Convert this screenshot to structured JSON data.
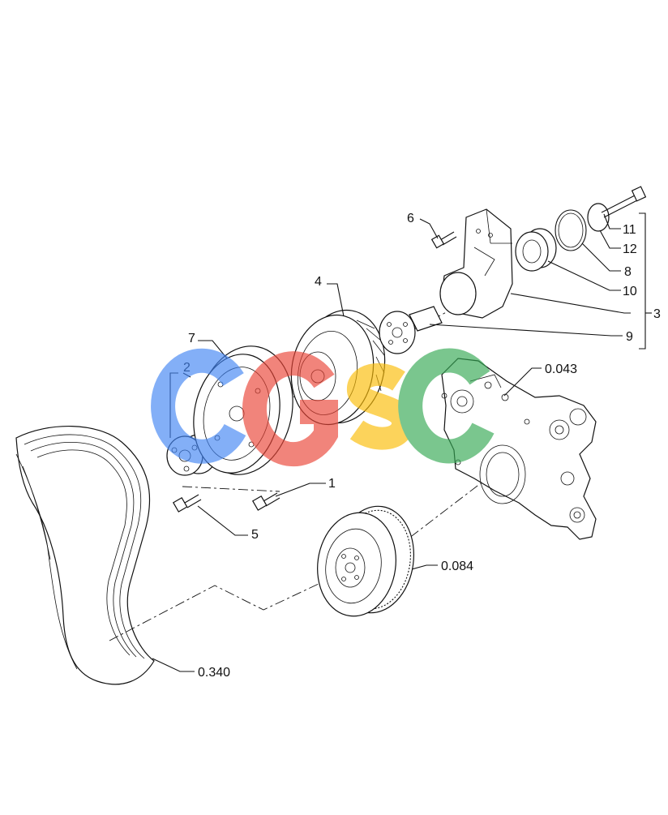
{
  "callouts": {
    "p1": "1",
    "p2": "2",
    "p3": "3",
    "p4": "4",
    "p5": "5",
    "p6": "6",
    "p7": "7",
    "p8": "8",
    "p9": "9",
    "p10": "10",
    "p11": "11",
    "p12": "12",
    "ref_cover": "0.043",
    "ref_damper": "0.084",
    "ref_belt": "0.340"
  },
  "watermark": {
    "text": "CGSC",
    "colors": [
      "#4285F4",
      "#EA4335",
      "#FBBC05",
      "#34A853"
    ]
  }
}
